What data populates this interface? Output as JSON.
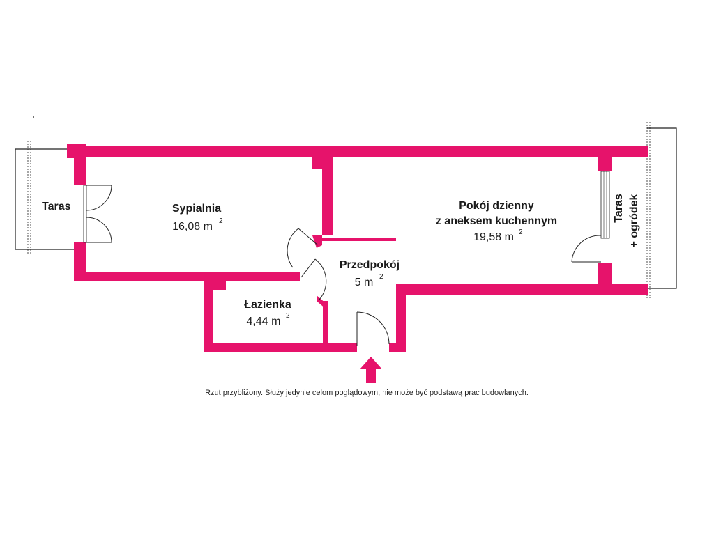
{
  "colors": {
    "wall": "#e6136b",
    "outline": "#222222",
    "background": "#ffffff"
  },
  "rooms": {
    "taras_left": {
      "name": "Taras"
    },
    "sypialnia": {
      "name": "Sypialnia",
      "area": "16,08 m",
      "unit_sup": "2"
    },
    "pokoj": {
      "name_line1": "Pokój dzienny",
      "name_line2": "z aneksem kuchennym",
      "area": "19,58 m",
      "unit_sup": "2"
    },
    "przedpokoj": {
      "name": "Przedpokój",
      "area": "5 m",
      "unit_sup": "2"
    },
    "lazienka": {
      "name": "Łazienka",
      "area": "4,44 m",
      "unit_sup": "2"
    },
    "taras_right": {
      "name_line1": "Taras",
      "name_line2": "+ ogródek"
    }
  },
  "note": "Rzut przybliżony. Służy jedynie celom poglądowym, nie może być podstawą prac budowlanych.",
  "icons": {
    "entrance": "entrance-arrow-icon"
  }
}
